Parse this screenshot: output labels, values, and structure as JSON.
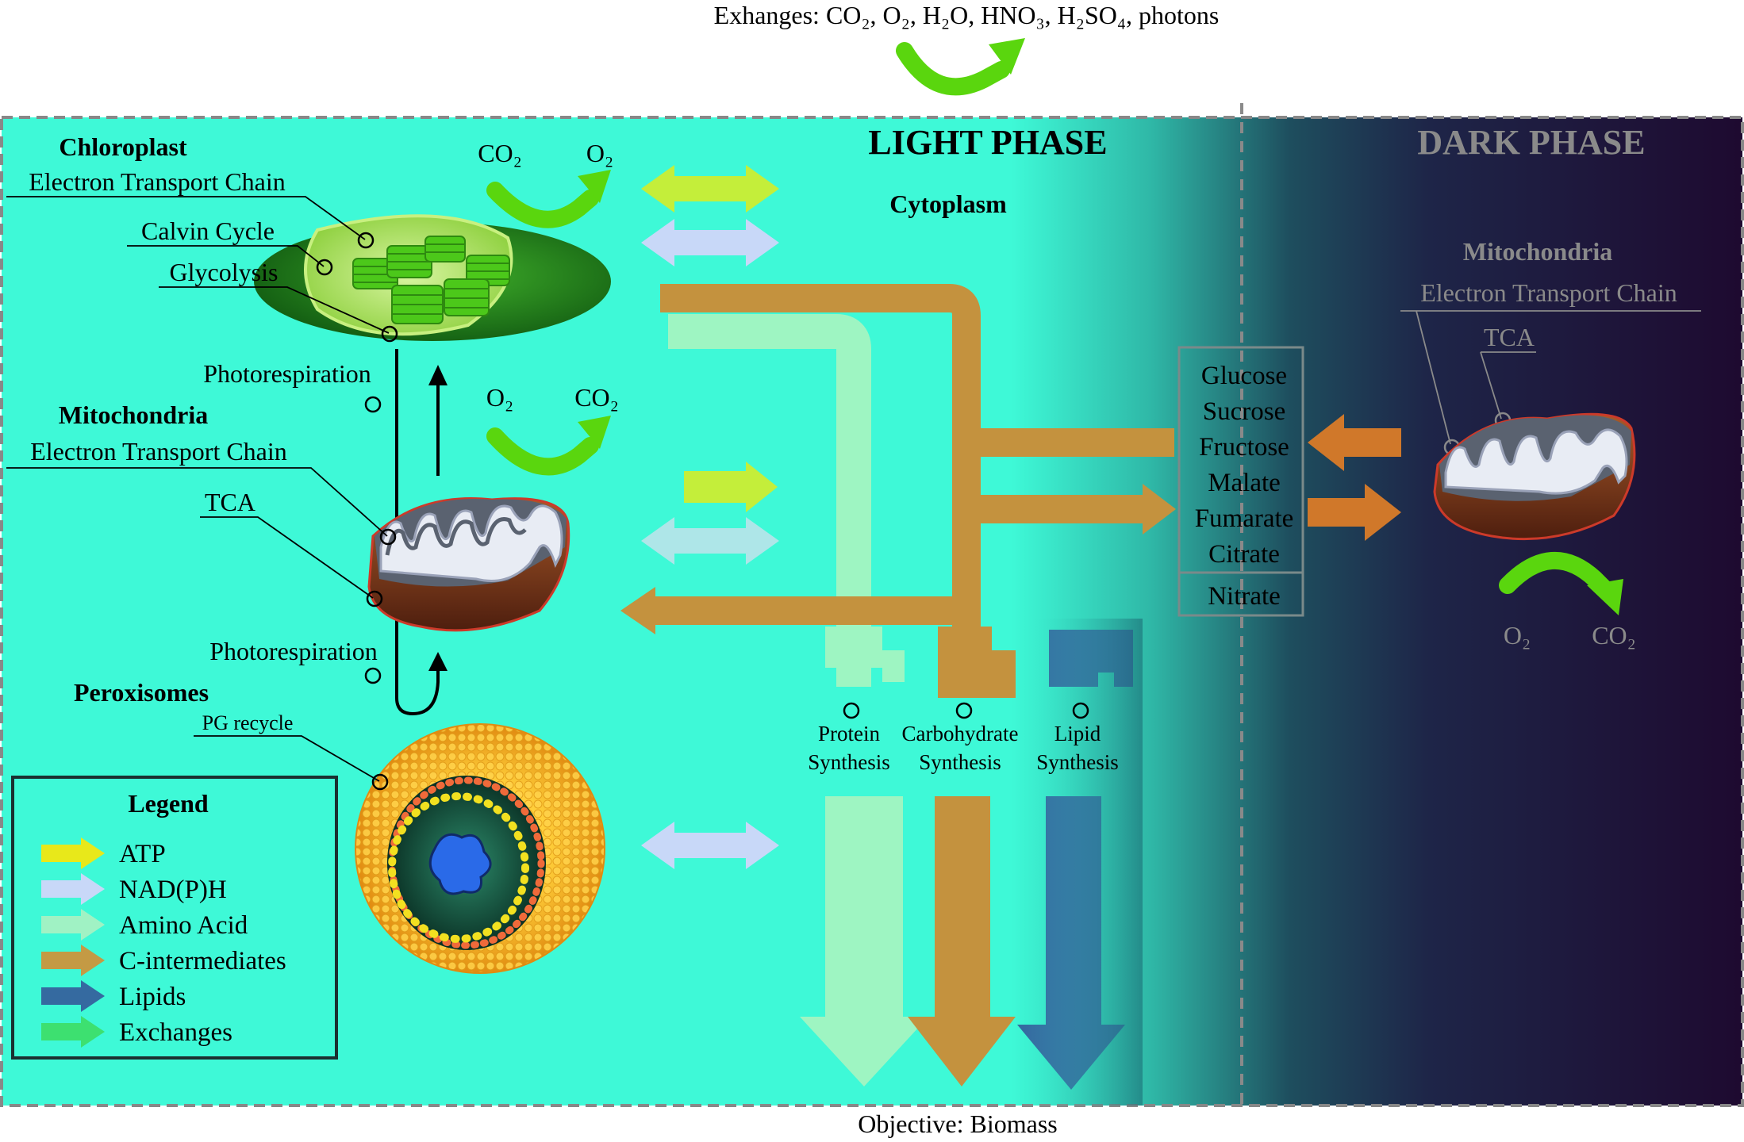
{
  "top_exchanges": "Exhanges: CO₂, O₂, H₂O, HNO₃, H₂SO₄, photons",
  "bottom_objective": "Objective: Biomass",
  "light_phase": {
    "title": "LIGHT PHASE",
    "cytoplasm": "Cytoplasm",
    "chloroplast": {
      "title": "Chloroplast",
      "etc": "Electron Transport Chain",
      "calvin": "Calvin Cycle",
      "glycolysis": "Glycolysis",
      "gas_in": "CO₂",
      "gas_out": "O₂"
    },
    "photorespiration_top": "Photorespiration",
    "photorespiration_bottom": "Photorespiration",
    "mitochondria": {
      "title": "Mitochondria",
      "etc": "Electron Transport Chain",
      "tca": "TCA",
      "gas_in": "O₂",
      "gas_out": "CO₂"
    },
    "peroxisomes": {
      "title": "Peroxisomes",
      "pg": "PG recycle"
    },
    "synthesis": {
      "protein_1": "Protein",
      "protein_2": "Synthesis",
      "carb_1": "Carbohydrate",
      "carb_2": "Synthesis",
      "lipid_1": "Lipid",
      "lipid_2": "Synthesis"
    }
  },
  "dark_phase": {
    "title": "DARK PHASE",
    "mitochondria": {
      "title": "Mitochondria",
      "etc": "Electron Transport Chain",
      "tca": "TCA",
      "gas_in": "O₂",
      "gas_out": "CO₂"
    }
  },
  "storage": {
    "metabolites": [
      "Glucose",
      "Sucrose",
      "Fructose",
      "Malate",
      "Fumarate",
      "Citrate"
    ],
    "nitrate": "Nitrate"
  },
  "legend": {
    "title": "Legend",
    "items": [
      {
        "label": "ATP",
        "color": "#e8e81a"
      },
      {
        "label": "NAD(P)H",
        "color": "#c8d8f8"
      },
      {
        "label": "Amino Acid",
        "color": "#a0f2c4"
      },
      {
        "label": "C-intermediates",
        "color": "#c49a44"
      },
      {
        "label": "Lipids",
        "color": "#356aa0"
      },
      {
        "label": "Exchanges",
        "color": "#3de070"
      }
    ]
  },
  "colors": {
    "light_bg": "#3ef9d7",
    "dark_bg": "#1e0a30",
    "atp": "#c4ee3a",
    "nadph": "#c8d8f8",
    "amino": "#9ef5c2",
    "carbon": "#c4923e",
    "lipid": "#356aa0",
    "exchange": "#5ad60e",
    "orange_arrow": "#d0782a"
  }
}
